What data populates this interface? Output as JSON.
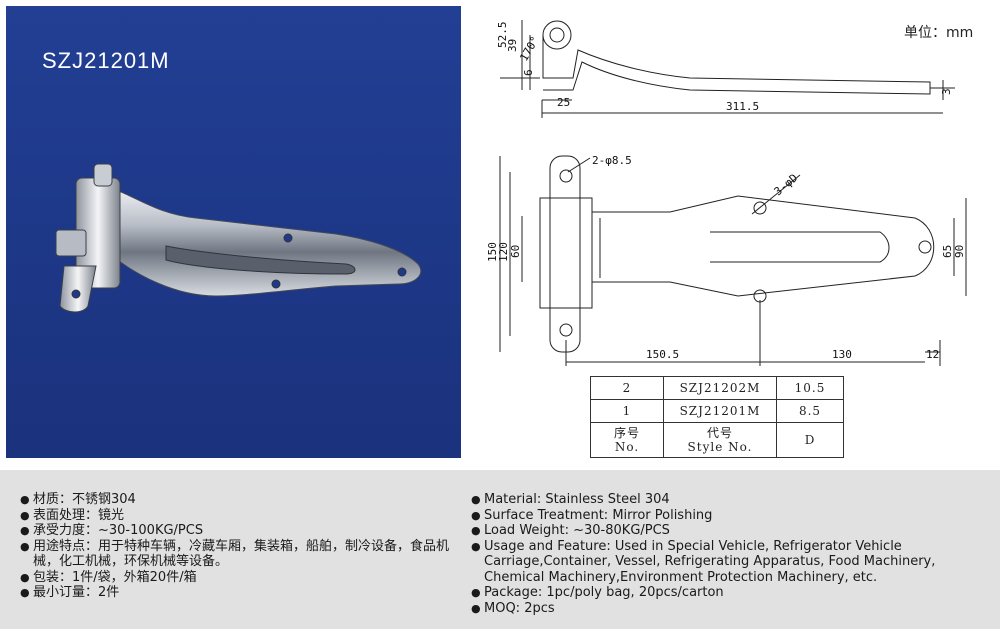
{
  "product": {
    "model": "SZJ21201M"
  },
  "drawing": {
    "unit": "单位：mm",
    "side_view": {
      "dims": [
        "52.5",
        "39",
        "170°",
        "6",
        "25",
        "311.5",
        "3"
      ]
    },
    "top_view": {
      "dims": [
        "2-φ8.5",
        "3-φD",
        "150",
        "120",
        "60",
        "65",
        "90",
        "150.5",
        "130",
        "12"
      ]
    }
  },
  "spec_table": {
    "rows": [
      {
        "no": "2",
        "style": "SZJ21202M",
        "d": "10.5"
      },
      {
        "no": "1",
        "style": "SZJ21201M",
        "d": "8.5"
      }
    ],
    "header": {
      "no_cn": "序号",
      "no_en": "No.",
      "style_cn": "代号",
      "style_en": "Style No.",
      "d": "D"
    }
  },
  "specs_cn": [
    "材质：不锈钢304",
    "表面处理：镜光",
    "承受力度：~30-100KG/PCS",
    "用途特点：用于特种车辆，冷藏车厢，集装箱，船舶，制冷设备，食品机械，化工机械，环保机械等设备。",
    "包装：1件/袋，外箱20件/箱",
    "最小订量：2件"
  ],
  "specs_en": [
    "Material: Stainless Steel 304",
    "Surface Treatment: Mirror Polishing",
    "Load Weight: ~30-80KG/PCS",
    "Usage and Feature: Used in Special Vehicle, Refrigerator Vehicle Carriage,Container, Vessel, Refrigerating Apparatus, Food Machinery, Chemical Machinery,Environment Protection Machinery, etc.",
    "Package: 1pc/poly bag, 20pcs/carton",
    "MOQ: 2pcs"
  ],
  "bullet_glyph": "●"
}
